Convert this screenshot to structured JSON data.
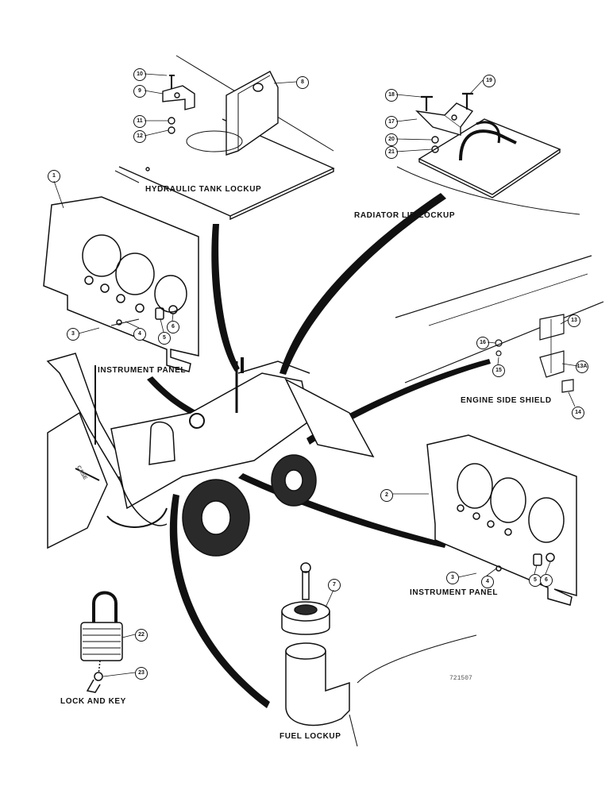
{
  "captions": {
    "hydraulic": "HYDRAULIC TANK LOCKUP",
    "radiator": "RADIATOR LID LOCKUP",
    "instrument_left": "INSTRUMENT PANEL",
    "engine_shield": "ENGINE SIDE SHIELD",
    "instrument_right": "INSTRUMENT PANEL",
    "lock_key": "LOCK AND KEY",
    "fuel": "FUEL LOCKUP"
  },
  "drawing_id": "721507",
  "callouts": {
    "c1": "1",
    "c2": "2",
    "c3a": "3",
    "c3b": "3",
    "c4a": "4",
    "c4b": "4",
    "c5a": "5",
    "c5b": "5",
    "c6a": "6",
    "c6b": "6",
    "c7": "7",
    "c8": "8",
    "c9": "9",
    "c10": "10",
    "c11": "11",
    "c12": "12",
    "c13": "13",
    "c13a": "13A",
    "c14": "14",
    "c15": "15",
    "c16": "16",
    "c17": "17",
    "c18": "18",
    "c19": "19",
    "c20": "20",
    "c21": "21",
    "c22": "22",
    "c23": "23"
  },
  "machine_decal": "CASE"
}
